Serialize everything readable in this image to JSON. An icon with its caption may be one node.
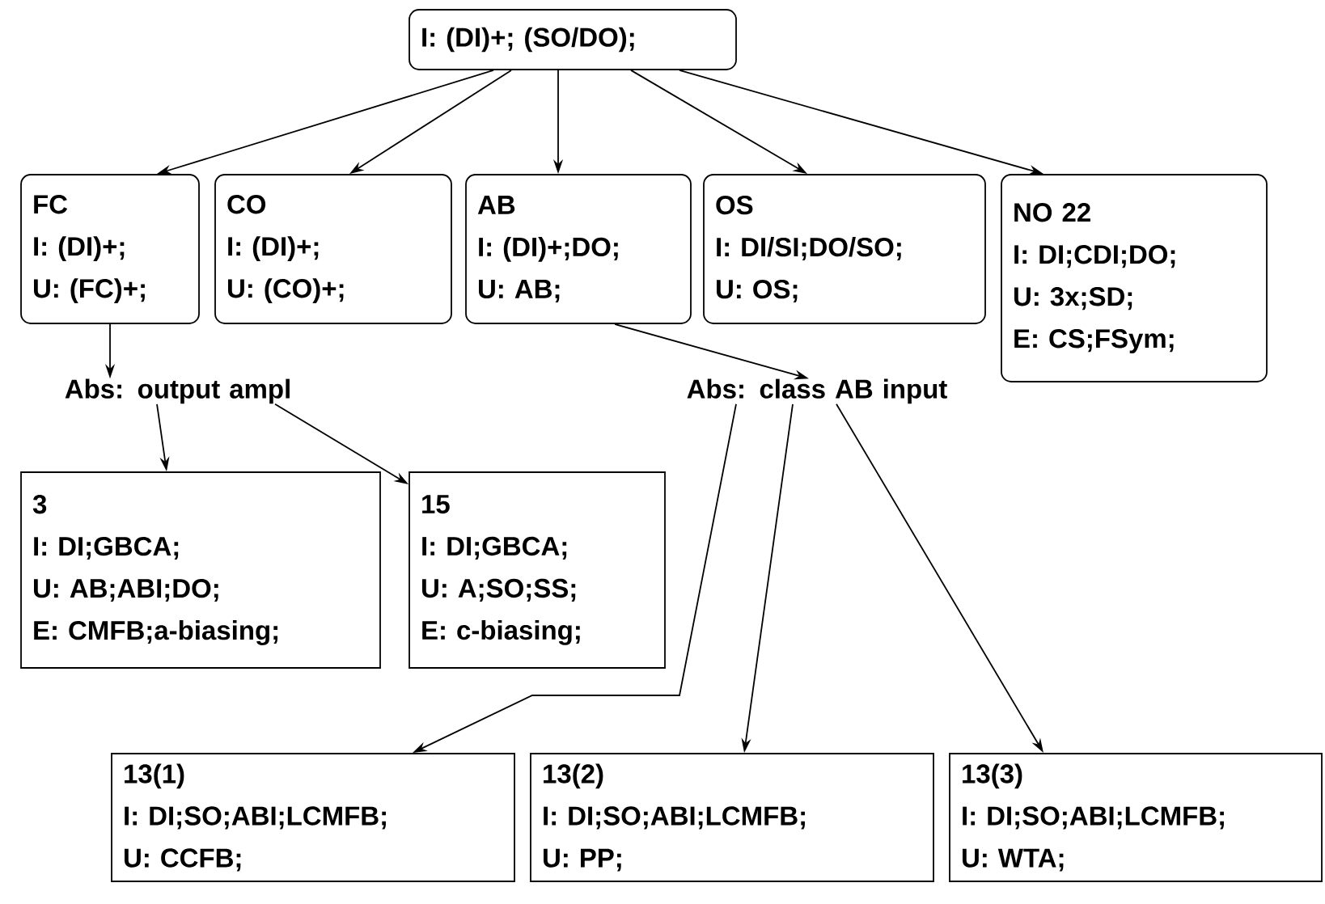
{
  "diagram": {
    "nodes": [
      {
        "text": [
          "I: (DI)+; (SO/DO);"
        ]
      },
      {
        "text": [
          "FC",
          "I: (DI)+;",
          "U: (FC)+;"
        ]
      },
      {
        "text": [
          "CO",
          "I: (DI)+;",
          "U: (CO)+;"
        ]
      },
      {
        "text": [
          "AB",
          "I: (DI)+;DO;",
          "U: AB;"
        ]
      },
      {
        "text": [
          "OS",
          "I: DI/SI;DO/SO;",
          "U: OS;"
        ]
      },
      {
        "text": [
          "NO  22",
          "I: DI;CDI;DO;",
          "U: 3x;SD;",
          "E: CS;FSym;"
        ]
      },
      {
        "text": [
          "Abs: output ampl"
        ]
      },
      {
        "text": [
          "Abs: class AB input"
        ]
      },
      {
        "text": [
          "3",
          "I: DI;GBCA;",
          "U: AB;ABI;DO;",
          "E: CMFB;a-biasing;"
        ]
      },
      {
        "text": [
          "15",
          "I: DI;GBCA;",
          "U: A;SO;SS;",
          "E: c-biasing;"
        ]
      },
      {
        "text": [
          "13(1)",
          "I: DI;SO;ABI;LCMFB;",
          "U: CCFB;"
        ]
      },
      {
        "text": [
          "13(2)",
          "I: DI;SO;ABI;LCMFB;",
          "U: PP;"
        ]
      },
      {
        "text": [
          "13(3)",
          "I: DI;SO;ABI;LCMFB;",
          "U: WTA;"
        ]
      }
    ],
    "edges": [
      {
        "from": 0,
        "to": 1,
        "arrow": "to"
      },
      {
        "from": 0,
        "to": 2,
        "arrow": "to"
      },
      {
        "from": 0,
        "to": 3,
        "arrow": "to"
      },
      {
        "from": 0,
        "to": 4,
        "arrow": "to"
      },
      {
        "from": 0,
        "to": 5,
        "arrow": "to"
      },
      {
        "from": 1,
        "to": 6,
        "arrow": "to"
      },
      {
        "from": 3,
        "to": 7,
        "arrow": "to"
      },
      {
        "from": 6,
        "to": 8,
        "arrow": "to"
      },
      {
        "from": 6,
        "to": 9,
        "arrow": "to"
      },
      {
        "from": 7,
        "to": 10,
        "arrow": "to"
      },
      {
        "from": 7,
        "to": 11,
        "arrow": "to"
      },
      {
        "from": 7,
        "to": 12,
        "arrow": "to"
      }
    ]
  }
}
